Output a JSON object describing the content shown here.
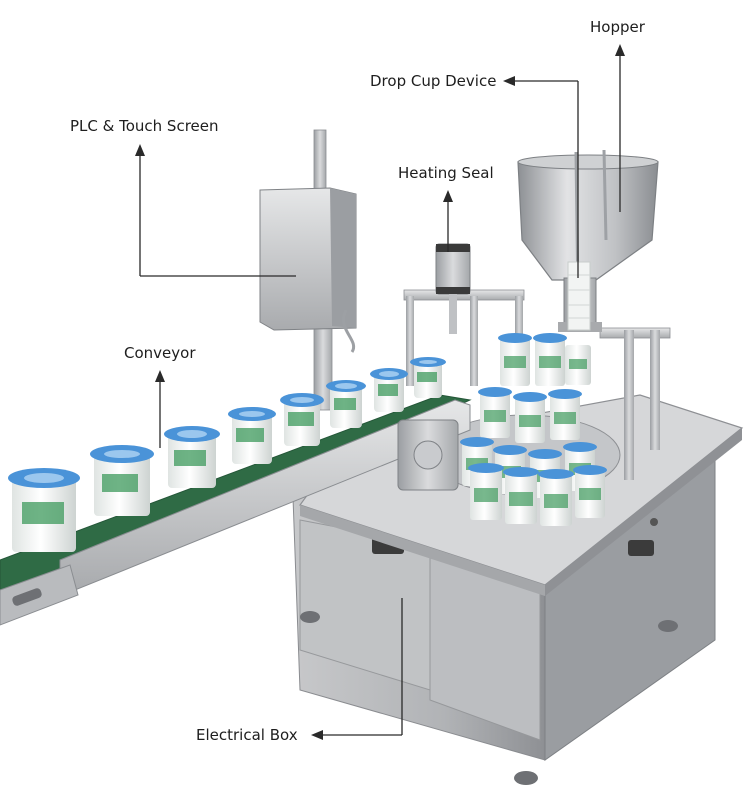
{
  "diagram": {
    "subject": "rotary cup filling and sealing machine",
    "labels": {
      "hopper": "Hopper",
      "drop_cup_device": "Drop Cup Device",
      "plc_touch_screen": "PLC & Touch Screen",
      "heating_seal": "Heating Seal",
      "conveyor": "Conveyor",
      "electrical_box": "Electrical Box"
    },
    "colors": {
      "steel_light": "#d8d9db",
      "steel_mid": "#b3b5b8",
      "steel_dark": "#7d8084",
      "conveyor_belt": "#2f6b45",
      "cup_white": "#f4f6f5",
      "cup_green": "#3e9a5c",
      "lid_blue": "#3f8fd6",
      "label_text": "#1e1e1e"
    }
  }
}
